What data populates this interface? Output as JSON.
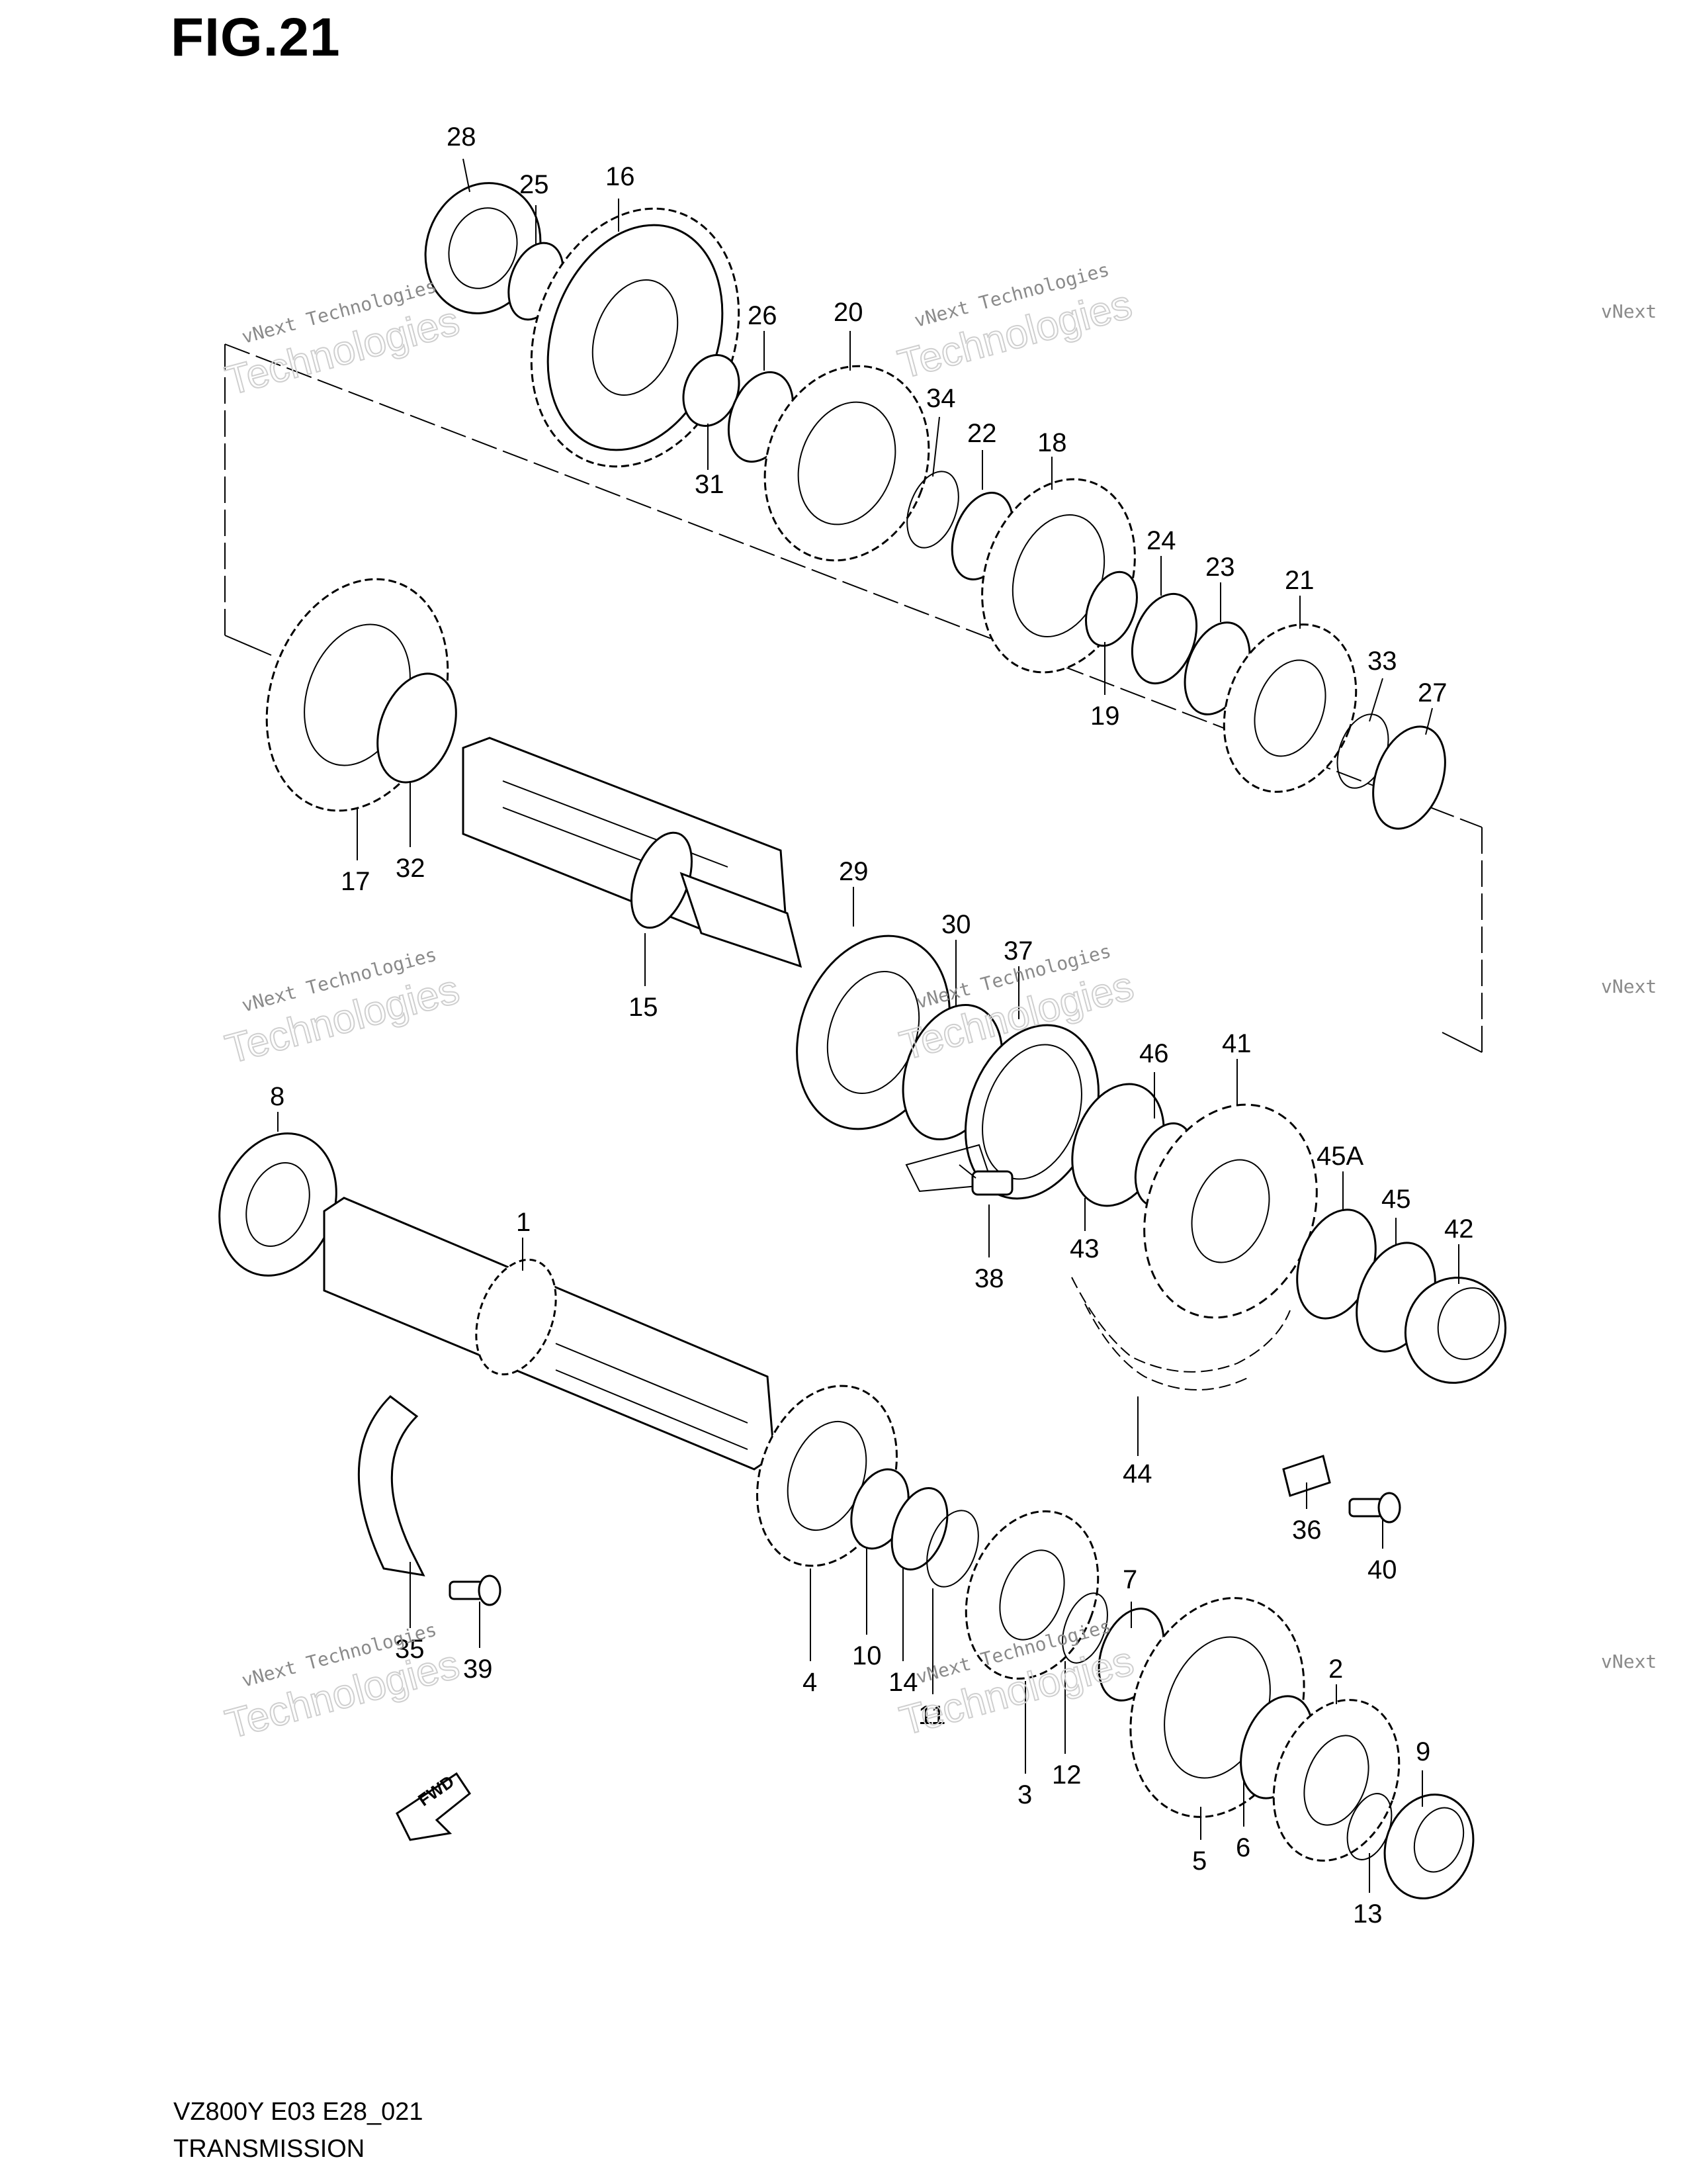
{
  "figure_title": "FIG.21",
  "footer": {
    "model_code": "VZ800Y E03 E28_021",
    "section_name": "TRANSMISSION"
  },
  "fwd_label": "FWD",
  "watermark": {
    "line1": "vNext Technologies",
    "line2": "Technologies",
    "corner": "vNext"
  },
  "callouts": [
    "28",
    "25",
    "16",
    "26",
    "20",
    "31",
    "34",
    "22",
    "18",
    "24",
    "23",
    "21",
    "19",
    "33",
    "27",
    "17",
    "32",
    "15",
    "29",
    "30",
    "37",
    "46",
    "41",
    "45A",
    "45",
    "42",
    "8",
    "1",
    "43",
    "38",
    "44",
    "36",
    "40",
    "35",
    "39",
    "4",
    "10",
    "14",
    "11",
    "3",
    "12",
    "7",
    "2",
    "9",
    "5",
    "6",
    "13"
  ]
}
